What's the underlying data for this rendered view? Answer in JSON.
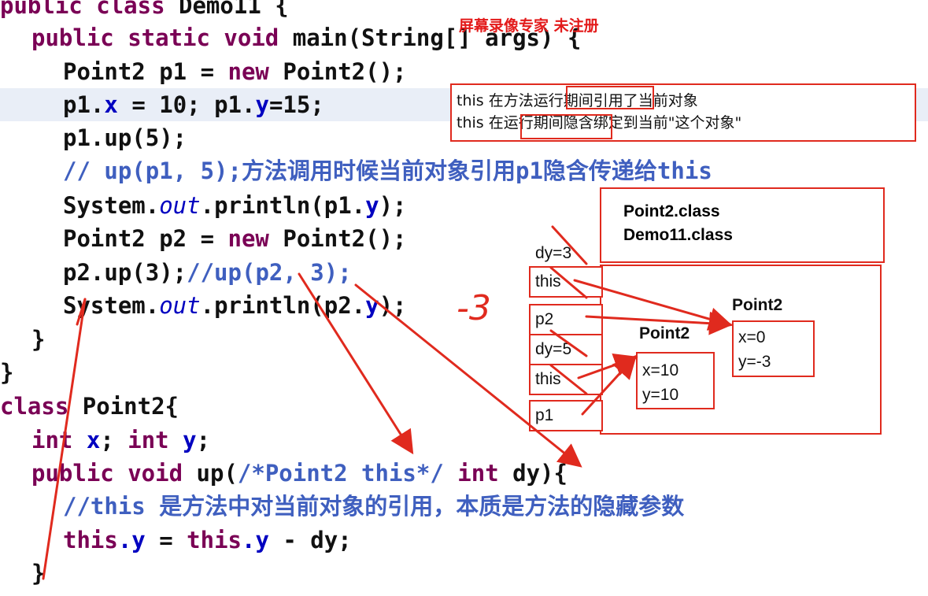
{
  "watermark": "屏幕录像专家 未注册",
  "code": {
    "l1": {
      "kw1": "public",
      "kw2": "class",
      "name": "Demo11 {"
    },
    "l2": {
      "kw": "public static void",
      "rest": "main(String[] args) {"
    },
    "l3": {
      "a": "Point2 p1 = ",
      "kw": "new",
      "b": "Point2();"
    },
    "l4": {
      "a": "p1.",
      "x": "x",
      "b": " = 10; p1.",
      "y": "y",
      "c": "=15;"
    },
    "l5": "p1.up(5);",
    "l6": {
      "a": "// up(p1, 5);",
      "b": "方法调用时候当前对象引用",
      "c": "p1",
      "d": "隐含传递给",
      "e": "this"
    },
    "l7": {
      "a": "System.",
      "out": "out",
      "b": ".println(p1.",
      "y": "y",
      "c": ");"
    },
    "l8": {
      "a": "Point2 p2 = ",
      "kw": "new",
      "b": "Point2();"
    },
    "l9": {
      "a": "p2.up(3);",
      "b": "//up(p2, 3);"
    },
    "l10": {
      "a": "System.",
      "out": "out",
      "b": ".println(p2.",
      "y": "y",
      "c": ");"
    },
    "l11": "}",
    "l12": "}",
    "l13": {
      "kw": "class",
      "rest": " Point2{"
    },
    "l14": {
      "kw1": "int",
      "x": "x",
      "m": "; ",
      "kw2": "int",
      "y": "y",
      "e": ";"
    },
    "l15": {
      "kw": "public void",
      "a": " up(",
      "cm": "/*Point2 this*/",
      "sp": " ",
      "kw2": "int",
      "b": " dy){"
    },
    "l16": {
      "a": "//this ",
      "b": "是方法中对当前对象的引用，本质是方法的隐藏参数"
    },
    "l17": {
      "kw1": "this",
      "y1": ".y",
      "m": " = ",
      "kw2": "this",
      "y2": ".y",
      "e": " - dy;"
    },
    "l18": "}"
  },
  "note": {
    "line1": "this 在方法运行期间引用了当前对象",
    "line2": "this 在运行期间隐含绑定到当前\"这个对象\""
  },
  "method_area": {
    "line1": "Point2.class",
    "line2": "Demo11.class"
  },
  "stack": {
    "dy1": "dy=3",
    "this1": "this",
    "p2": "p2",
    "dy2": "dy=5",
    "this2": "this",
    "p1": "p1"
  },
  "heap": {
    "obj_top": {
      "label": "Point2",
      "x": "x=0",
      "y": "y=-3"
    },
    "obj_bottom": {
      "label": "Point2",
      "x": "x=10",
      "y": "y=10"
    }
  },
  "handwritten": "-3",
  "colors": {
    "annotation_red": "#e02a1e",
    "keyword": "#7a0055",
    "field": "#0000c0",
    "comment": "#3f5fbf"
  }
}
